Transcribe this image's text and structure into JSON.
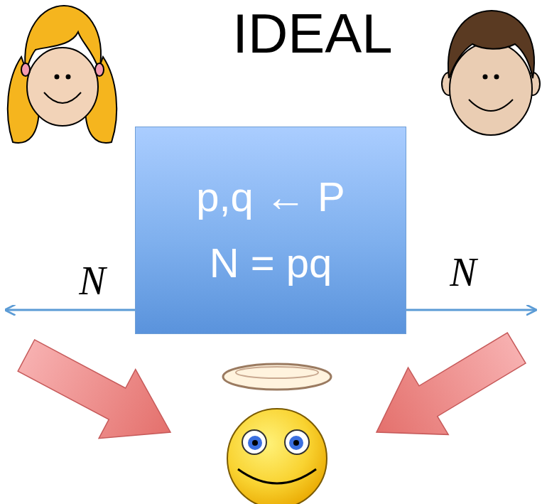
{
  "diagram": {
    "title": "IDEAL",
    "nodes": [
      {
        "text": [
          "p,q ← P",
          "N = pq"
        ]
      }
    ],
    "labels": [
      "N",
      "N"
    ]
  }
}
